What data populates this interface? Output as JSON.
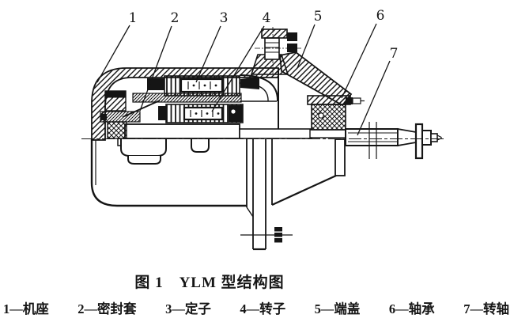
{
  "figure": {
    "caption": "图 1　YLM 型结构图",
    "callouts": [
      {
        "num": "1",
        "part": "机座"
      },
      {
        "num": "2",
        "part": "密封套"
      },
      {
        "num": "3",
        "part": "定子"
      },
      {
        "num": "4",
        "part": "转子"
      },
      {
        "num": "5",
        "part": "端盖"
      },
      {
        "num": "6",
        "part": "轴承"
      },
      {
        "num": "7",
        "part": "转轴"
      }
    ],
    "legend_items": [
      "1—机座",
      "2—密封套",
      "3—定子",
      "4—转子",
      "5—端盖",
      "6—轴承",
      "7—转轴"
    ]
  }
}
